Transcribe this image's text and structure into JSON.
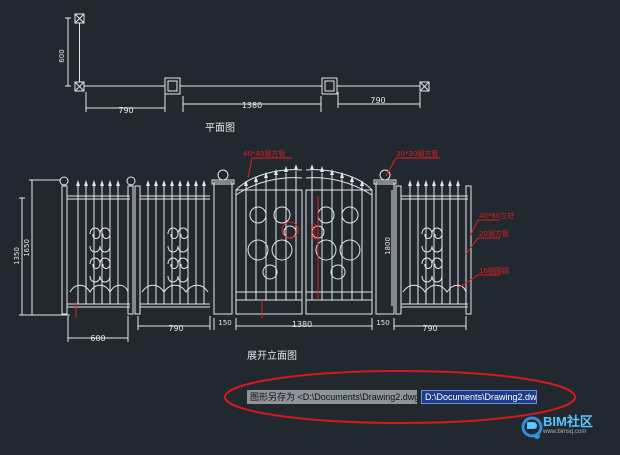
{
  "plan": {
    "dims": {
      "d600": "600",
      "d790_left": "790",
      "d1380": "1380",
      "d790_right": "790"
    },
    "label": "平面图"
  },
  "elevation": {
    "dims": {
      "d1350": "1350",
      "d1650": "1650",
      "d1800": "1800",
      "d1800_right": "1800",
      "d600": "600",
      "d790_left": "790",
      "d150_left": "150",
      "d1380": "1380",
      "d150_right": "150",
      "d790_right": "790"
    },
    "callouts": {
      "c40x40": "40*40钢方管",
      "c30x30": "30*30钢方管",
      "c40x60": "40*60立柱",
      "c20": "20钢方管",
      "c16": "16钢圆钢"
    },
    "label": "展开立面图"
  },
  "command": {
    "prompt": "图形另存为 <D:\\Documents\\Drawing2.dwg>:",
    "value": "D:\\Documents\\Drawing2.dwg"
  },
  "watermark": {
    "brand": "BIM社区",
    "url": "www.bimsq.com"
  },
  "colors": {
    "background": "#212830",
    "lines": "#e6e6e6",
    "annotation": "#e0201b",
    "highlight_ellipse": "#d41a1a",
    "input_selection": "#1e3c8a"
  },
  "icons": {
    "logo": "bim-logo-icon"
  }
}
